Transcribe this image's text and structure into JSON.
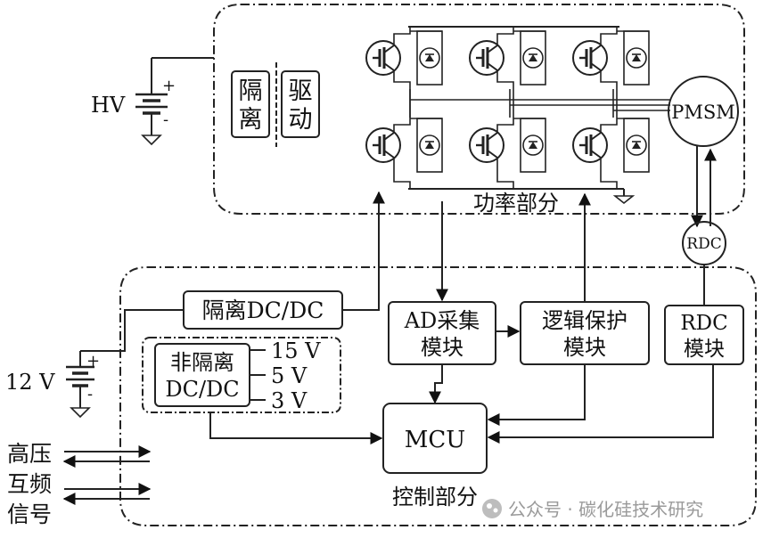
{
  "power_section": {
    "label": "功率部分",
    "isolation_label_chars": [
      "隔",
      "离"
    ],
    "driver_label_chars": [
      "驱",
      "动"
    ],
    "motor_label": "PMSM",
    "hv_source_label": "HV"
  },
  "control_section": {
    "label": "控制部分",
    "isolated_dcdc_label": "隔离DC/DC",
    "non_isolated_dcdc_lines": [
      "非隔离",
      "DC/DC"
    ],
    "voltage_outputs": [
      "15 V",
      "5 V",
      "3 V"
    ],
    "ad_module_lines": [
      "AD采集",
      "模块"
    ],
    "logic_module_lines": [
      "逻辑保护",
      "模块"
    ],
    "rdc_module_lines": [
      "RDC",
      "模块"
    ],
    "mcu_label": "MCU",
    "lv_source_label": "12 V"
  },
  "rdc_circle_label": "RDC",
  "external_signals": [
    "高压",
    "互频",
    "信号"
  ],
  "watermark": "公众号 · 碳化硅技术研究"
}
